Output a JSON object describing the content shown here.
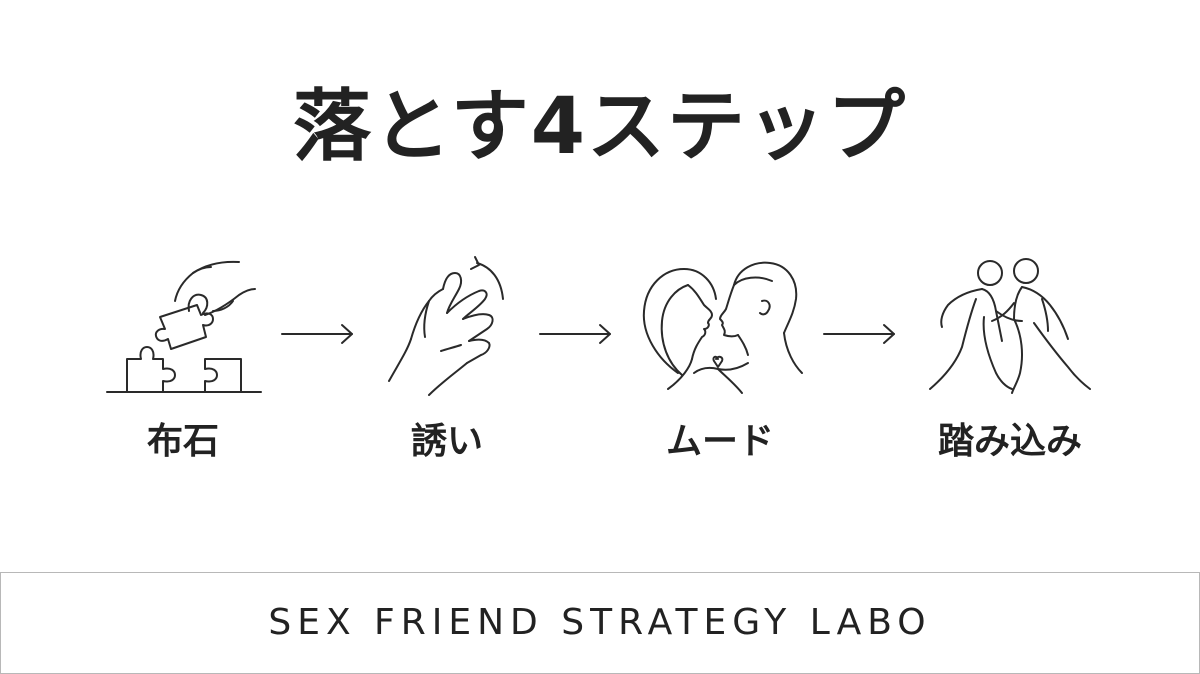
{
  "title": "落とす4ステップ",
  "steps": [
    {
      "label": "布石",
      "icon": "puzzle-hand-icon"
    },
    {
      "label": "誘い",
      "icon": "beckoning-hand-icon"
    },
    {
      "label": "ムード",
      "icon": "couple-face-icon"
    },
    {
      "label": "踏み込み",
      "icon": "running-people-icon"
    }
  ],
  "footer": {
    "text": "SEX FRIEND STRATEGY LABO"
  },
  "colors": {
    "text": "#222222",
    "line": "#2a2a2a",
    "border": "#b8b8b8",
    "background": "#ffffff"
  }
}
